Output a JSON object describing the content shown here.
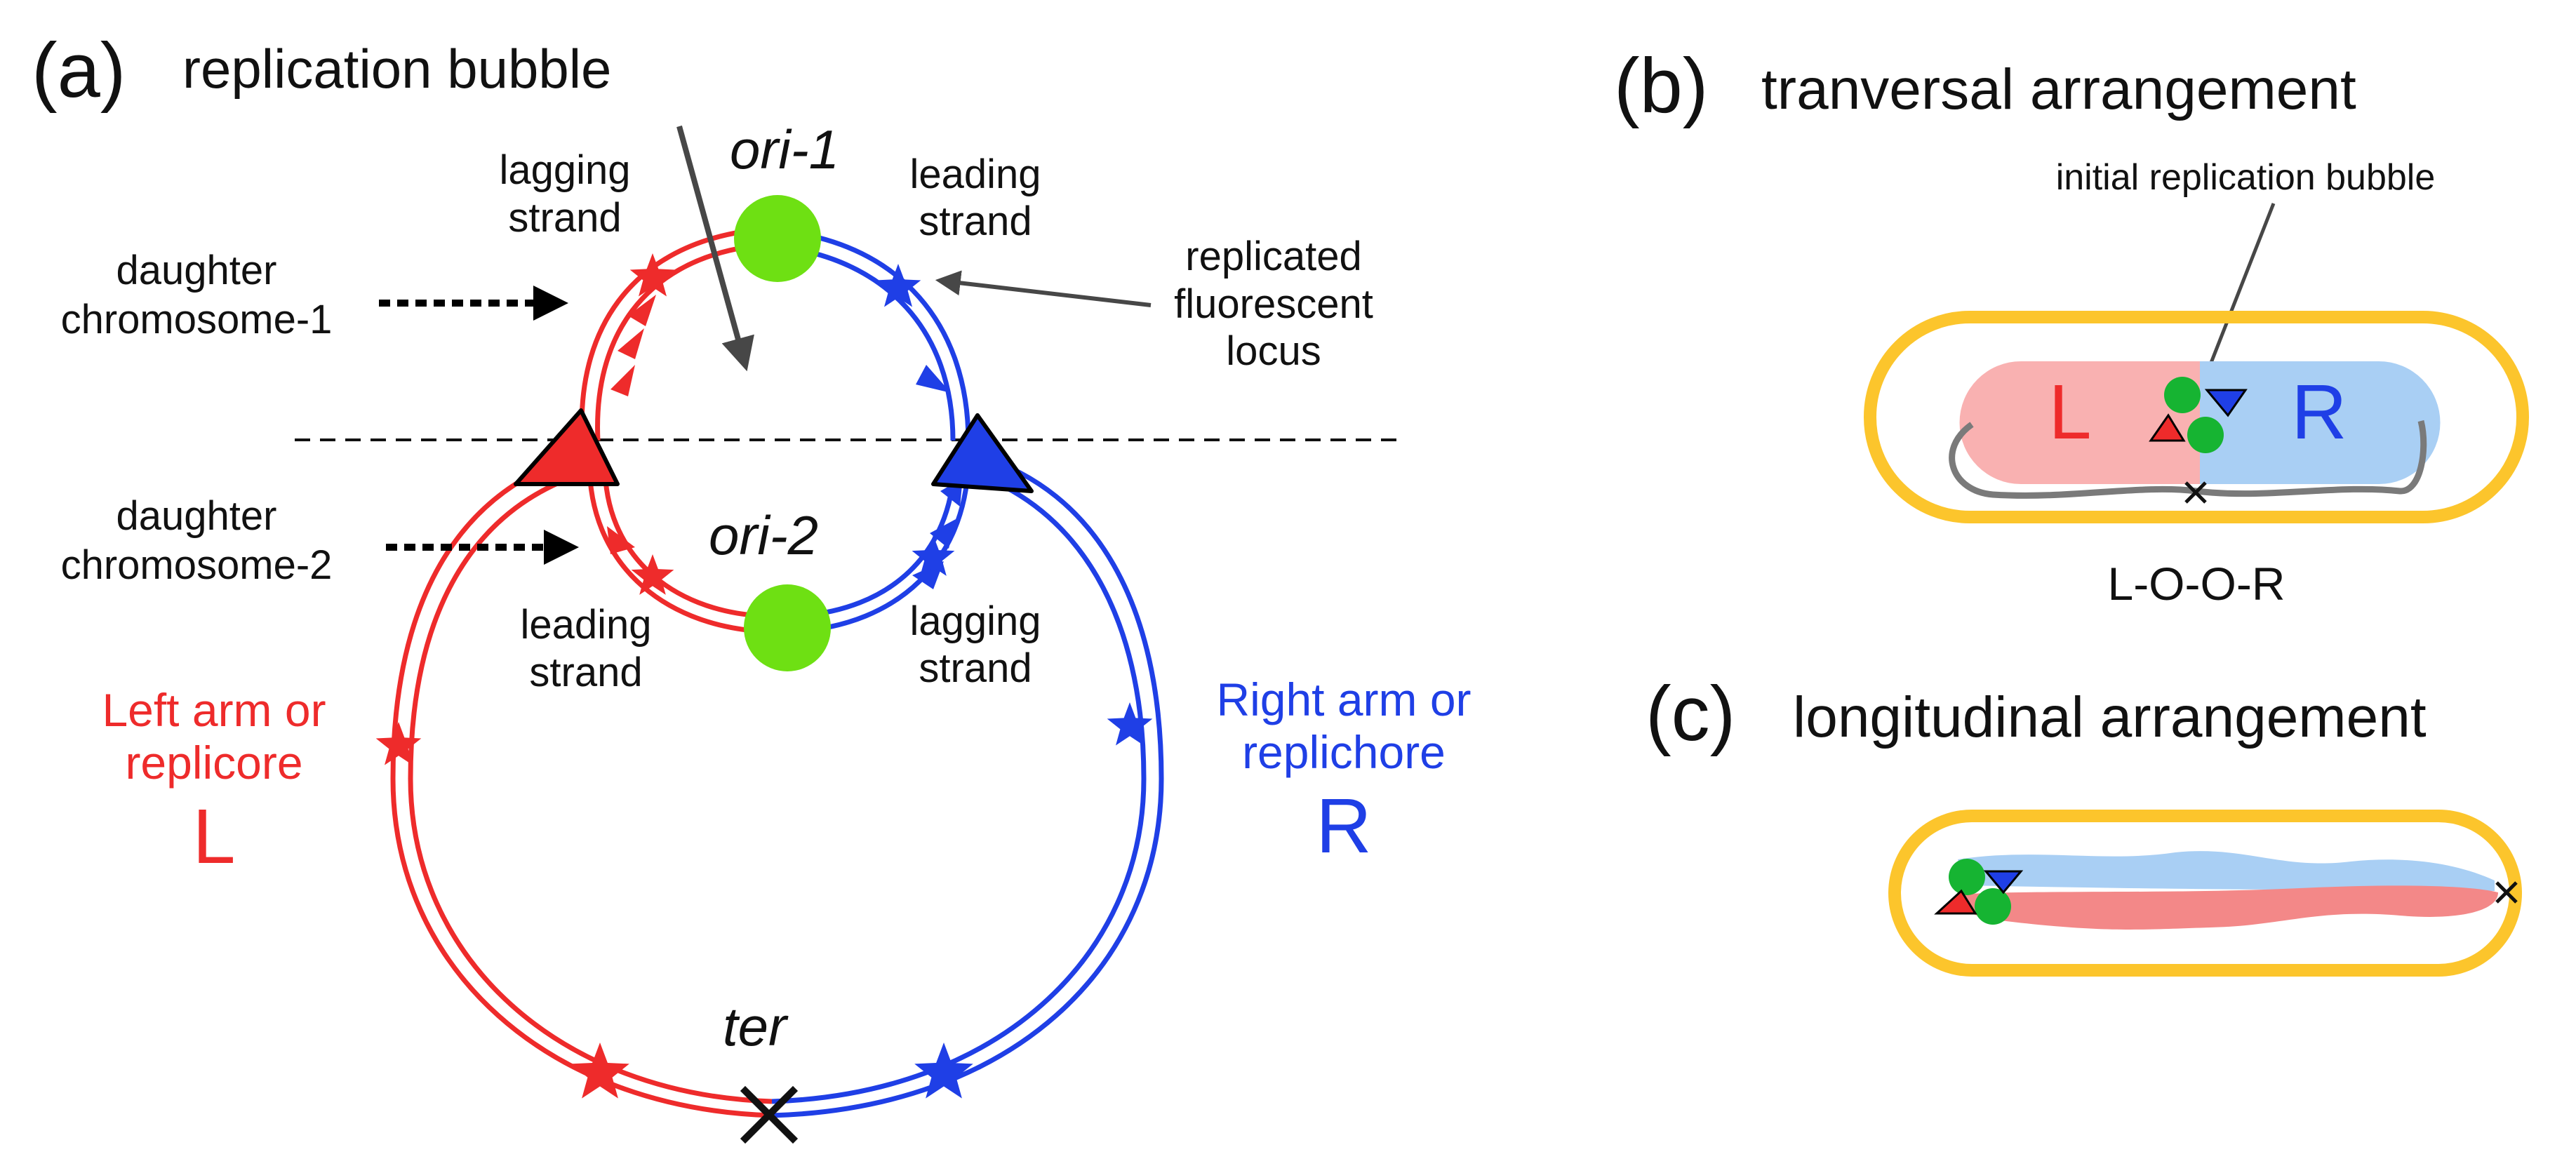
{
  "colors": {
    "red": "#ee2b2b",
    "blue": "#1f3fe6",
    "green": "#6ee013",
    "cell": "#fcc52c",
    "pink": "#f9b1b1",
    "lightblue": "#a9cff4",
    "salmon": "#f38888",
    "grey": "#7a7a7a",
    "darkgreen": "#16b432"
  },
  "panel_a": {
    "label": "(a)",
    "title": "replication bubble",
    "ori1": "ori-1",
    "ori2": "ori-2",
    "ter": "ter",
    "lagging_top": [
      "lagging",
      "strand"
    ],
    "leading_top": [
      "leading",
      "strand"
    ],
    "leading_bottom": [
      "leading",
      "strand"
    ],
    "lagging_bottom": [
      "lagging",
      "strand"
    ],
    "daughter1": [
      "daughter",
      "chromosome-1"
    ],
    "daughter2": [
      "daughter",
      "chromosome-2"
    ],
    "replicated": [
      "replicated",
      "fluorescent",
      "locus"
    ],
    "left_arm": [
      "Left arm or",
      "replicore"
    ],
    "left_letter": "L",
    "right_arm": [
      "Right arm or",
      "replichore"
    ],
    "right_letter": "R"
  },
  "panel_b": {
    "label": "(b)",
    "title": "tranversal arrangement",
    "bubble_label": "initial replication bubble",
    "left_letter": "L",
    "right_letter": "R",
    "order": "L-O-O-R"
  },
  "panel_c": {
    "label": "(c)",
    "title": "longitudinal arrangement"
  }
}
